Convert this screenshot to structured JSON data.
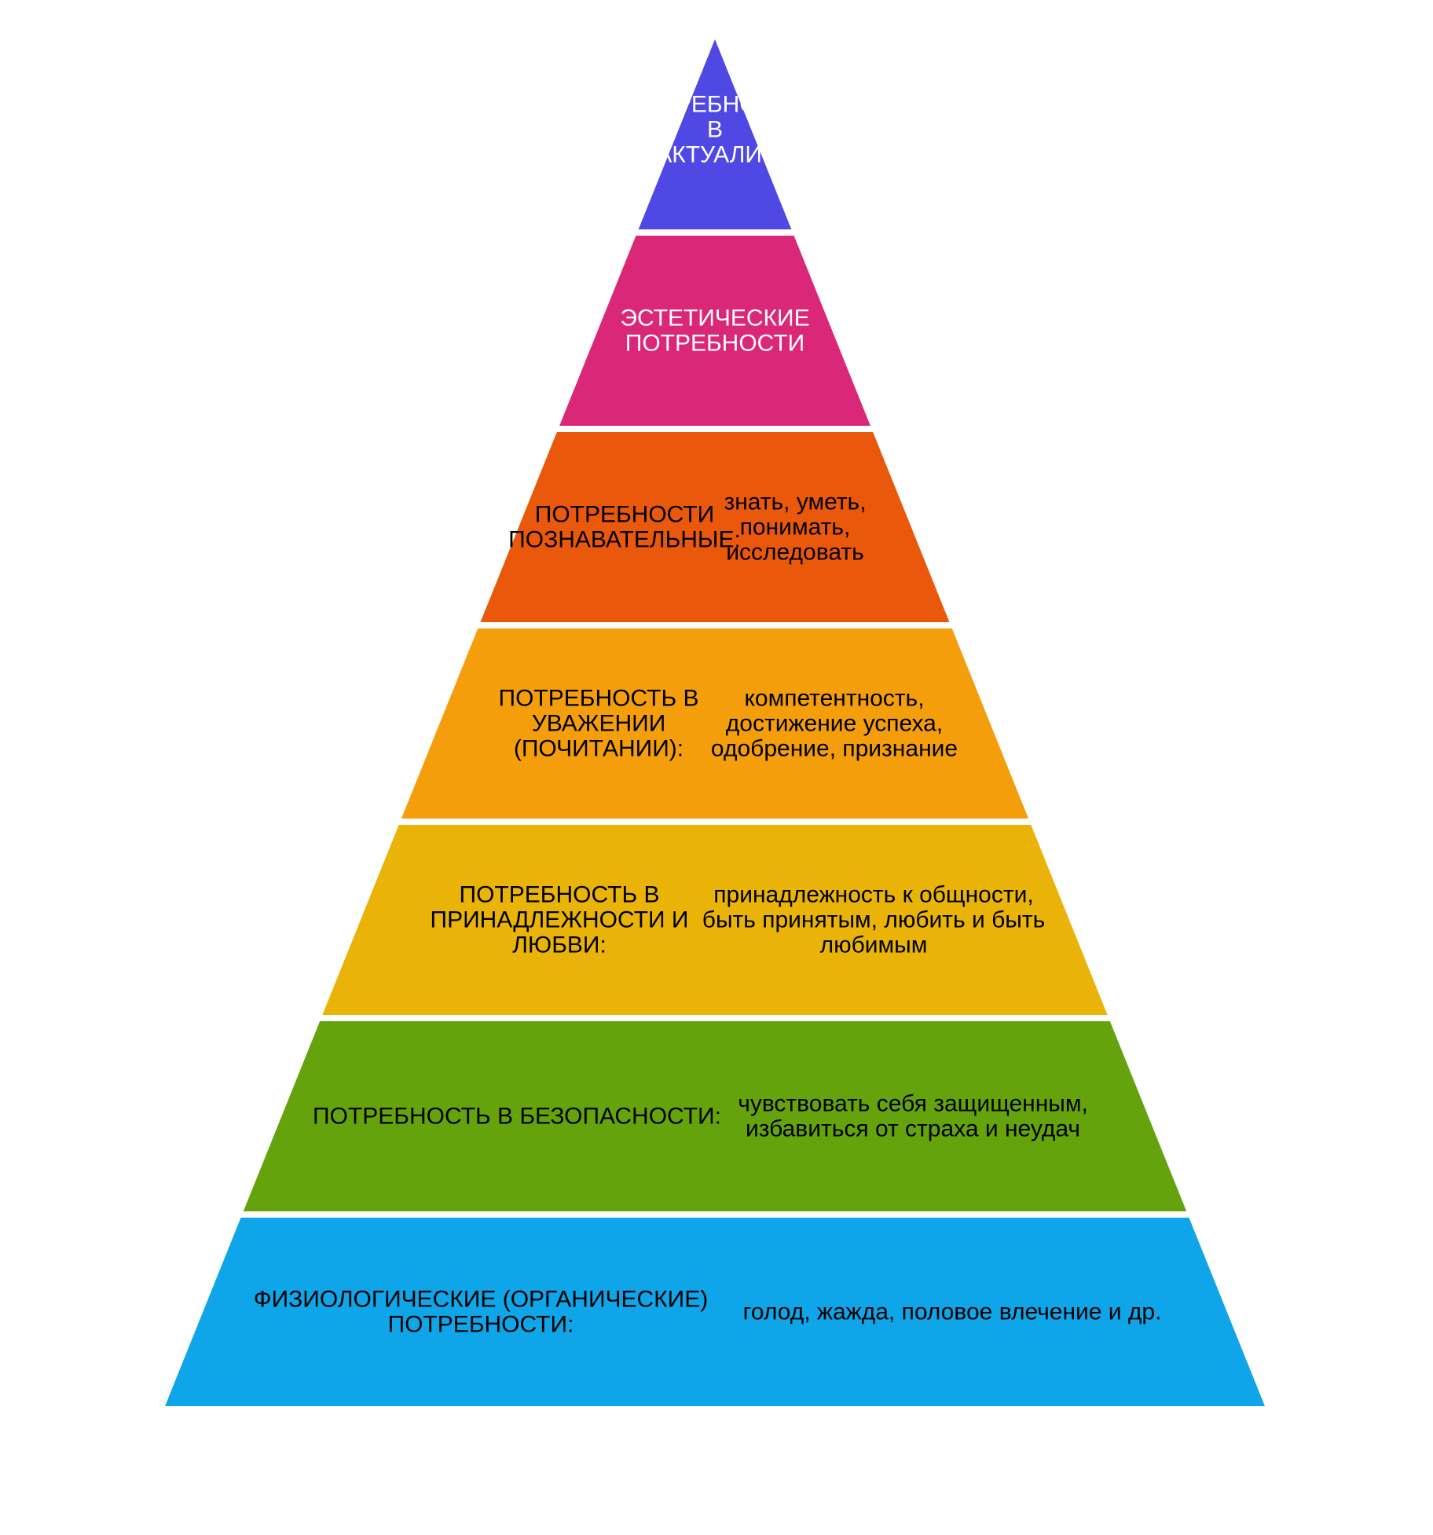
{
  "levels": [
    {
      "id": "self-actualization",
      "color": "#5048E5",
      "text_color": "#ffffff",
      "title_lines": [
        "ПОТРЕБНОСТЬ",
        "В",
        "САМОАКТУАЛИЗАЦИИ"
      ],
      "desc_lines": []
    },
    {
      "id": "aesthetic",
      "color": "#DB2777",
      "text_color": "#ffffff",
      "title_lines": [
        "ЭСТЕТИЧЕСКИЕ",
        "ПОТРЕБНОСТИ"
      ],
      "desc_lines": []
    },
    {
      "id": "cognitive",
      "color": "#EA580C",
      "text_color": "#000000",
      "title_lines": [
        "ПОТРЕБНОСТИ",
        "ПОЗНАВАТЕЛЬНЫЕ:"
      ],
      "desc_lines": [
        "знать, уметь,",
        "понимать,",
        "исследовать"
      ]
    },
    {
      "id": "esteem",
      "color": "#F59E0B",
      "text_color": "#000000",
      "title_lines": [
        "ПОТРЕБНОСТЬ В",
        "УВАЖЕНИИ",
        "(ПОЧИТАНИИ):"
      ],
      "desc_lines": [
        "компетентность,",
        "достижение успеха,",
        "одобрение, признание"
      ]
    },
    {
      "id": "belonging",
      "color": "#EAB308",
      "text_color": "#000000",
      "title_lines": [
        "ПОТРЕБНОСТЬ В",
        "ПРИНАДЛЕЖНОСТИ И",
        "ЛЮБВИ:"
      ],
      "desc_lines": [
        "принадлежность к общности,",
        "быть принятым, любить и быть",
        "любимым"
      ]
    },
    {
      "id": "safety",
      "color": "#65A30D",
      "text_color": "#000000",
      "title_lines": [
        "ПОТРЕБНОСТЬ В БЕЗОПАСНОСТИ:"
      ],
      "desc_lines": [
        "чувствовать себя защищенным,",
        "избавиться от страха и неудач"
      ]
    },
    {
      "id": "physiological",
      "color": "#0EA5E9",
      "text_color": "#000000",
      "title_lines": [
        "ФИЗИОЛОГИЧЕСКИЕ (ОРГАНИЧЕСКИЕ)",
        "ПОТРЕБНОСТИ:"
      ],
      "desc_lines": [
        "голод, жажда, половое влечение и др."
      ]
    }
  ]
}
